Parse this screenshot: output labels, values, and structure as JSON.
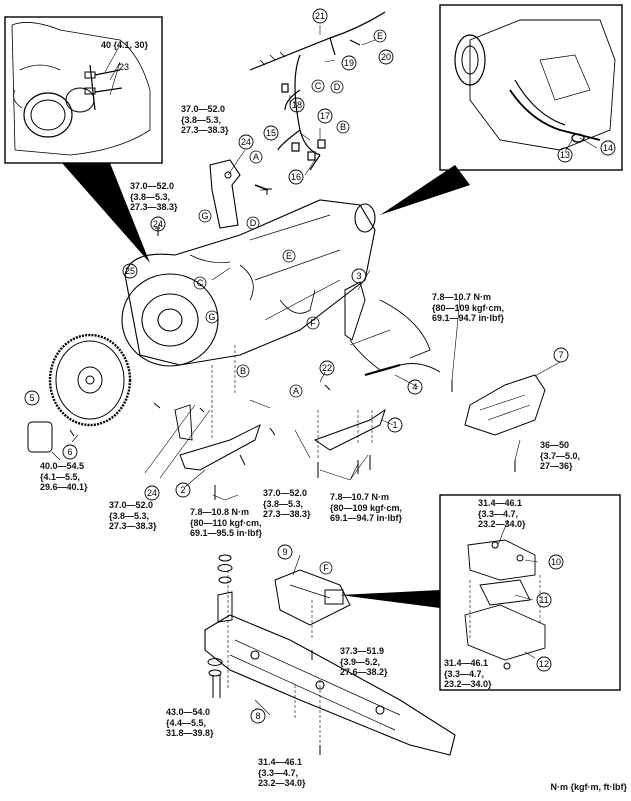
{
  "torques": {
    "t40": "40 {4.1, 30}",
    "top_mid": "37.0—52.0\n{3.8—5.3,\n27.3—38.3}",
    "left_mid": "37.0—52.0\n{3.8—5.3,\n27.3—38.3}",
    "right_78": "7.8—10.7 N·m\n{80—109 kgf·cm,\n69.1—94.7 in·lbf}",
    "right_36": "36—50\n{3.7—5.0,\n27—36}",
    "left_40": "40.0—54.5\n{4.1—5.5,\n29.6—40.1}",
    "bot_37a": "37.0—52.0\n{3.8—5.3,\n27.3—38.3}",
    "bot_78a": "7.8—10.8 N·m\n{80—110 kgf·cm,\n69.1—95.5 in·lbf}",
    "bot_37b": "37.0—52.0\n{3.8—5.3,\n27.3—38.3}",
    "bot_78b": "7.8—10.7 N·m\n{80—109 kgf·cm,\n69.1—94.7 in·lbf}",
    "inset_31a": "31.4—46.1\n{3.3—4.7,\n23.2—34.0}",
    "inset_31b": "31.4—46.1\n{3.3—4.7,\n23.2—34.0}",
    "mid_373": "37.3—51.9\n{3.9—5.2,\n27.6—38.2}",
    "left_430": "43.0—54.0\n{4.4—5.5,\n31.8—39.8}",
    "bot_31": "31.4—46.1\n{3.3—4.7,\n23.2—34.0}"
  },
  "parts": {
    "p1": "1",
    "p2": "2",
    "p3": "3",
    "p4": "4",
    "p5": "5",
    "p6": "6",
    "p7": "7",
    "p8": "8",
    "p9": "9",
    "p10": "10",
    "p11": "11",
    "p12": "12",
    "p13": "13",
    "p14": "14",
    "p15": "15",
    "p16": "16",
    "p17": "17",
    "p18": "18",
    "p19": "19",
    "p20": "20",
    "p21": "21",
    "p22": "22",
    "p23": "23",
    "p24a": "24",
    "p24b": "24",
    "p25": "25"
  },
  "letters": {
    "A": "A",
    "B": "B",
    "C": "C",
    "D": "D",
    "E": "E",
    "F": "F",
    "G": "G"
  },
  "footer": "N·m {kgf·m, ft·lbf}"
}
